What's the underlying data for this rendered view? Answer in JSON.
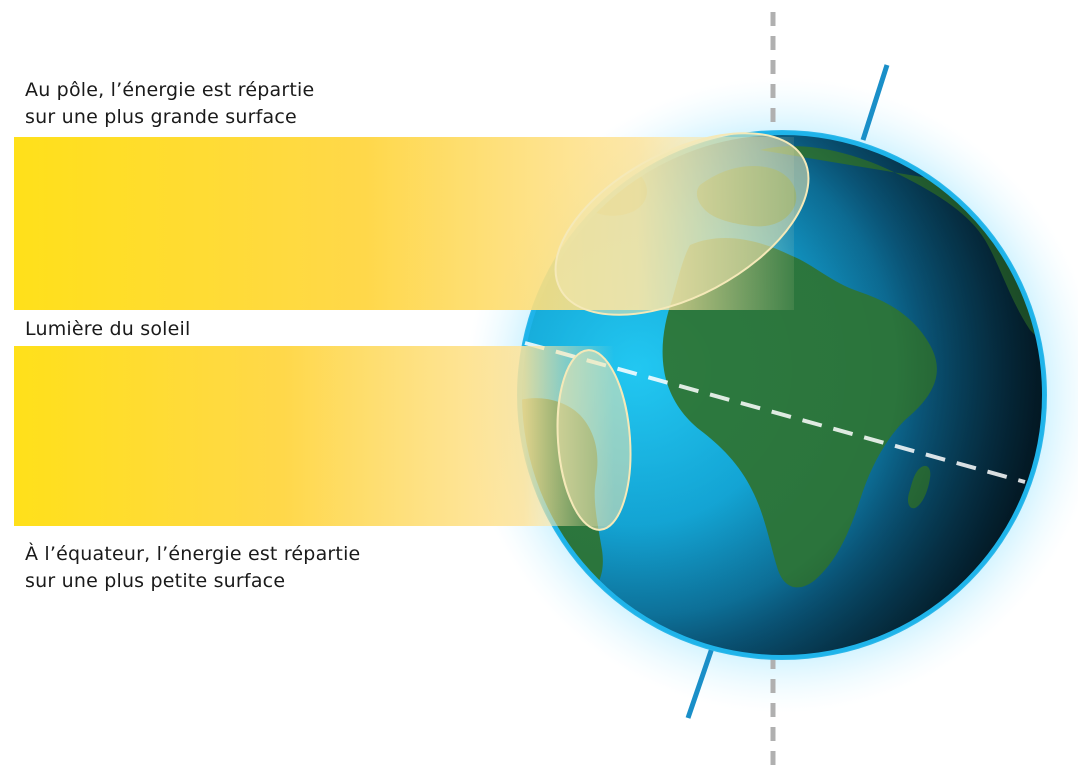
{
  "labels": {
    "pole_line1": "Au pôle, l’énergie est répartie",
    "pole_line2": "sur une plus grande surface",
    "sunlight": "Lumière du soleil",
    "equator_line1": "À l’équateur, l’énergie est répartie",
    "equator_line2": "sur une plus petite surface"
  },
  "colors": {
    "sun_beam": "#ffd21a",
    "sun_beam_fade": "#fde7a0",
    "ocean": "#1ec3ef",
    "ocean_dark": "#06243a",
    "land": "#2d7a3f",
    "axis": "#1a8fc8",
    "vertical_reference": "#b0b0b0",
    "equator_line": "#ffffff",
    "halo": "#bfeeff"
  }
}
